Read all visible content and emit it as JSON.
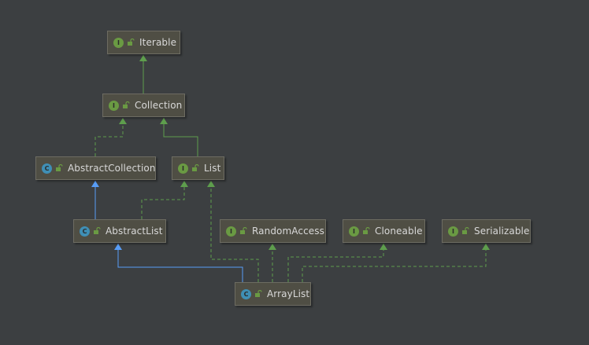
{
  "colors": {
    "background": "#3c3f41",
    "node_fill": "#4f4e44",
    "node_border": "#6d6c62",
    "node_text": "#d8d8d8",
    "extends_edge": "#589df6",
    "implements_edge": "#5e9e4d"
  },
  "nodes": {
    "iterable": {
      "label": "Iterable",
      "kind": "interface",
      "icon_letter": "I"
    },
    "collection": {
      "label": "Collection",
      "kind": "interface",
      "icon_letter": "I"
    },
    "abstract_collection": {
      "label": "AbstractCollection",
      "kind": "abstract class",
      "icon_letter": "C"
    },
    "list": {
      "label": "List",
      "kind": "interface",
      "icon_letter": "I"
    },
    "abstract_list": {
      "label": "AbstractList",
      "kind": "abstract class",
      "icon_letter": "C"
    },
    "random_access": {
      "label": "RandomAccess",
      "kind": "interface",
      "icon_letter": "I"
    },
    "cloneable": {
      "label": "Cloneable",
      "kind": "interface",
      "icon_letter": "I"
    },
    "serializable": {
      "label": "Serializable",
      "kind": "interface",
      "icon_letter": "I"
    },
    "array_list": {
      "label": "ArrayList",
      "kind": "class",
      "icon_letter": "C"
    }
  },
  "edges": [
    {
      "from": "collection",
      "to": "iterable",
      "relation": "extends",
      "style": "solid"
    },
    {
      "from": "abstract_collection",
      "to": "collection",
      "relation": "implements",
      "style": "dashed"
    },
    {
      "from": "list",
      "to": "collection",
      "relation": "extends",
      "style": "solid"
    },
    {
      "from": "abstract_list",
      "to": "abstract_collection",
      "relation": "extends",
      "style": "solid"
    },
    {
      "from": "abstract_list",
      "to": "list",
      "relation": "implements",
      "style": "dashed"
    },
    {
      "from": "array_list",
      "to": "abstract_list",
      "relation": "extends",
      "style": "solid"
    },
    {
      "from": "array_list",
      "to": "list",
      "relation": "implements",
      "style": "dashed"
    },
    {
      "from": "array_list",
      "to": "random_access",
      "relation": "implements",
      "style": "dashed"
    },
    {
      "from": "array_list",
      "to": "cloneable",
      "relation": "implements",
      "style": "dashed"
    },
    {
      "from": "array_list",
      "to": "serializable",
      "relation": "implements",
      "style": "dashed"
    }
  ]
}
